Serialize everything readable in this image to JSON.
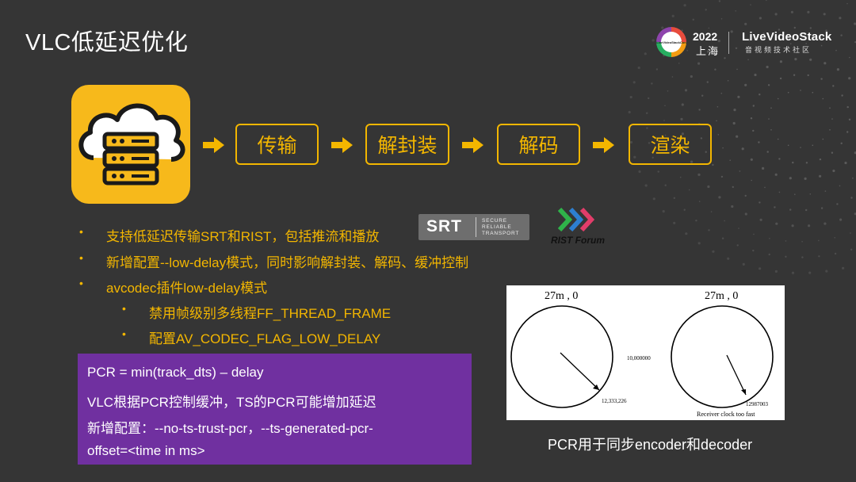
{
  "slide": {
    "title": "VLC低延迟优化"
  },
  "logo": {
    "badge_text": "LiveVideoStackCon",
    "year": "2022",
    "city": "上海",
    "brand": "LiveVideoStack",
    "brand_sub": "音视频技术社区"
  },
  "pipeline": {
    "icon": "cloud-server-icon",
    "steps": [
      "传输",
      "解封装",
      "解码",
      "渲染"
    ],
    "arrow_icon": "right-arrow-icon"
  },
  "bullets": [
    {
      "text": "支持低延迟传输SRT和RIST，包括推流和播放",
      "level": 1
    },
    {
      "text": "新增配置--low-delay模式，同时影响解封装、解码、缓冲控制",
      "level": 1
    },
    {
      "text": "avcodec插件low-delay模式",
      "level": 1
    },
    {
      "text": "禁用帧级别多线程FF_THREAD_FRAME",
      "level": 2
    },
    {
      "text": "配置AV_CODEC_FLAG_LOW_DELAY",
      "level": 2
    }
  ],
  "srt_logo": {
    "text": "SRT",
    "tagline_1": "SECURE",
    "tagline_2": "RELIABLE",
    "tagline_3": "TRANSPORT"
  },
  "rist_logo": {
    "label": "RIST Forum"
  },
  "purple_box": {
    "line1": "PCR = min(track_dts) – delay",
    "line2": "VLC根据PCR控制缓冲，TS的PCR可能增加延迟",
    "line3": "新增配置：--no-ts-trust-pcr，--ts-generated-pcr-",
    "line4": "offset=<time in ms>"
  },
  "clocks": {
    "left_top": "27m , 0",
    "right_top": "27m , 0",
    "middle": "10,000000",
    "left_value": "12,333,226",
    "right_value": "12987003",
    "right_note": "Receiver clock too fast"
  },
  "caption": "PCR用于同步encoder和decoder",
  "colors": {
    "background": "#353535",
    "accent": "#f3b600",
    "purple": "#7030a0"
  }
}
